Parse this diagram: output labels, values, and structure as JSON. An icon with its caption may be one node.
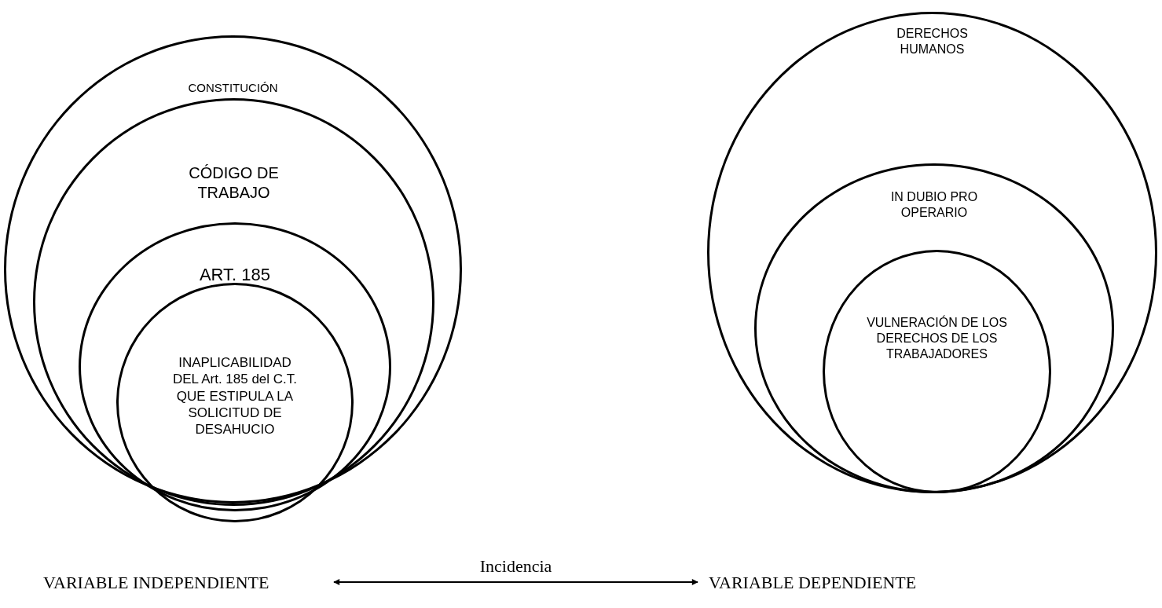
{
  "diagram": {
    "nodes": [
      {
        "text": [
          "CONSTITUCIÓN"
        ]
      },
      {
        "text": [
          "CÓDIGO DE TRABAJO"
        ],
        "in": 0
      },
      {
        "text": [
          "ART. 185"
        ],
        "in": 1
      },
      {
        "text": [
          "INAPLICABILIDAD DEL Art. 185 del C.T. QUE ESTIPULA LA SOLICITUD DE DESAHUCIO"
        ],
        "in": 2
      },
      {
        "text": [
          "DERECHOS HUMANOS"
        ]
      },
      {
        "text": [
          "IN DUBIO PRO OPERARIO"
        ],
        "in": 4
      },
      {
        "text": [
          "VULNERACIÓN DE LOS DERECHOS DE LOS TRABAJADORES"
        ],
        "in": 5
      },
      {
        "text": [
          "VARIABLE INDEPENDIENTE"
        ]
      },
      {
        "text": [
          "VARIABLE DEPENDIENTE"
        ]
      }
    ],
    "edges": [
      {
        "from": 7,
        "to": 8,
        "arrow": "both",
        "label": "Incidencia"
      }
    ]
  }
}
